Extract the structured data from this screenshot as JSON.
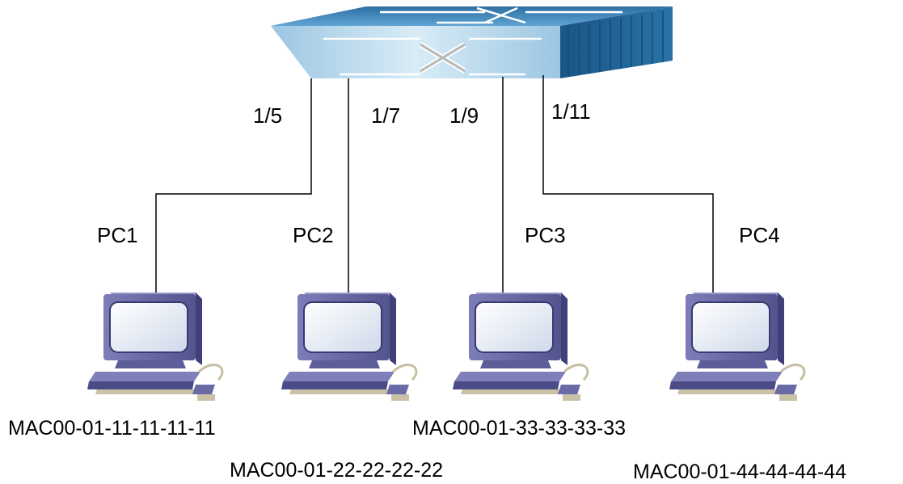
{
  "diagram": {
    "switch": {
      "icon": "switch-icon"
    },
    "ports": [
      {
        "label": "1/5"
      },
      {
        "label": "1/7"
      },
      {
        "label": "1/9"
      },
      {
        "label": "1/11"
      }
    ],
    "pcs": [
      {
        "name": "PC1",
        "mac": "MAC00-01-11-11-11-11",
        "icon": "computer-icon"
      },
      {
        "name": "PC2",
        "mac": "MAC00-01-22-22-22-22",
        "icon": "computer-icon"
      },
      {
        "name": "PC3",
        "mac": "MAC00-01-33-33-33-33",
        "icon": "computer-icon"
      },
      {
        "name": "PC4",
        "mac": "MAC00-01-44-44-44-44",
        "icon": "computer-icon"
      }
    ],
    "colors": {
      "switch_top": "#4a8fc4",
      "switch_front": "#b8d8ec",
      "switch_side": "#1d5b8a",
      "pc_body": "#6a6aa6",
      "pc_screen": "#e6ecf6",
      "cable": "#000000"
    }
  }
}
